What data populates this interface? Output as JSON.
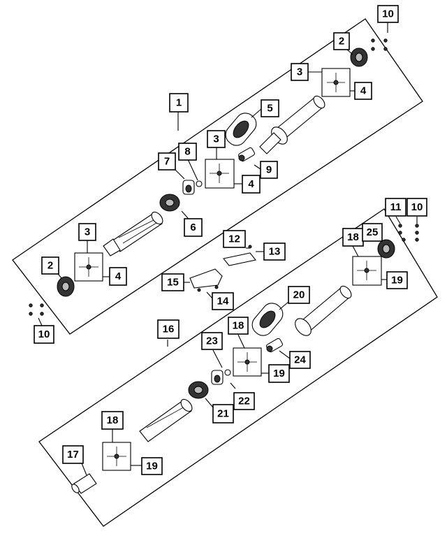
{
  "diagram": {
    "callouts": {
      "c10a": "10",
      "c2a": "2",
      "c3a": "3",
      "c4a": "4",
      "c5": "5",
      "c1": "1",
      "c3b": "3",
      "c7": "7",
      "c8": "8",
      "c9": "9",
      "c4b": "4",
      "c6": "6",
      "c3c": "3",
      "c2b": "2",
      "c4c": "4",
      "c10b": "10",
      "c12": "12",
      "c13": "13",
      "c15": "15",
      "c14": "14",
      "c11": "11",
      "c10c": "10",
      "c18a": "18",
      "c25": "25",
      "c19a": "19",
      "c20": "20",
      "c16": "16",
      "c18b": "18",
      "c23": "23",
      "c24": "24",
      "c19b": "19",
      "c22": "22",
      "c21": "21",
      "c18c": "18",
      "c17": "17",
      "c19c": "19"
    }
  }
}
